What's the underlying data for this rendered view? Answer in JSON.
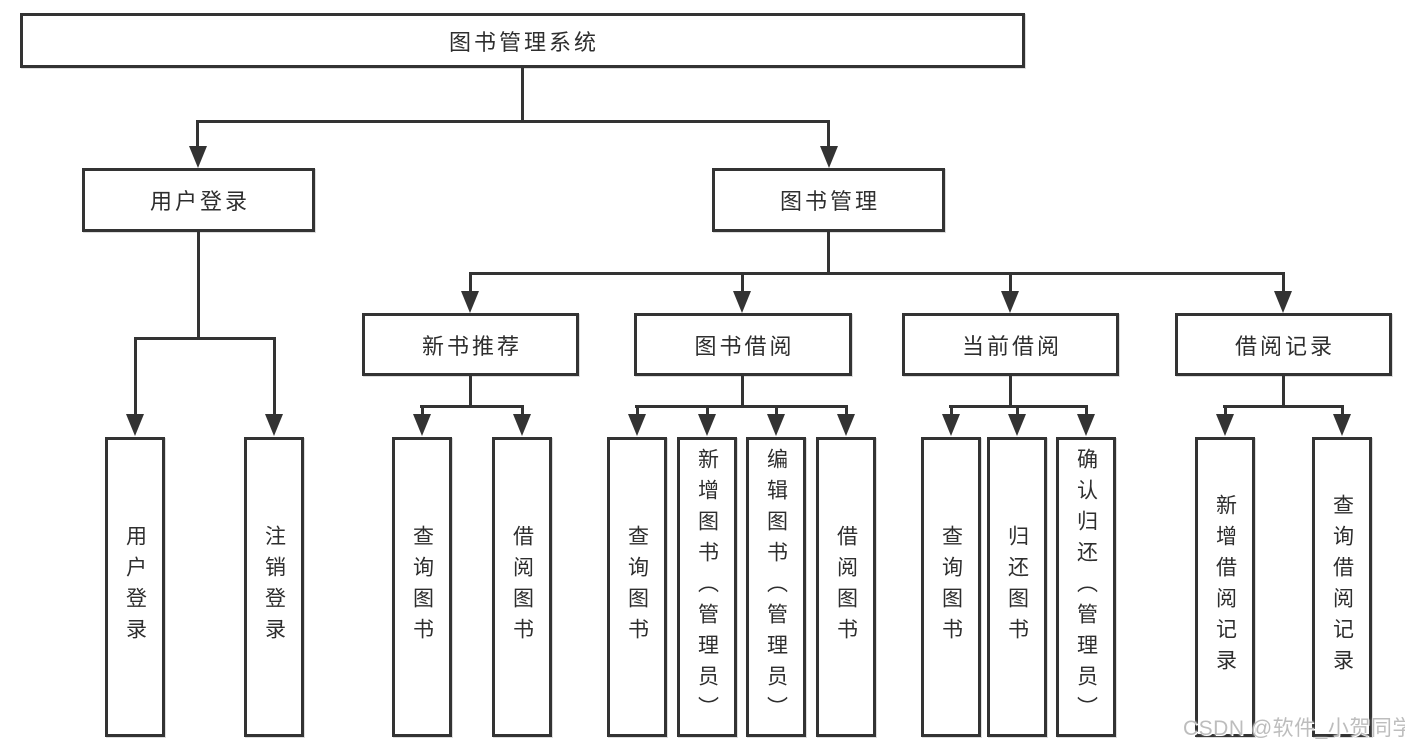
{
  "diagram": {
    "root": {
      "label": "图书管理系统"
    },
    "level2": [
      {
        "label": "用户登录"
      },
      {
        "label": "图书管理"
      }
    ],
    "level3": [
      {
        "label": "新书推荐",
        "parent": "图书管理"
      },
      {
        "label": "图书借阅",
        "parent": "图书管理"
      },
      {
        "label": "当前借阅",
        "parent": "图书管理"
      },
      {
        "label": "借阅记录",
        "parent": "图书管理"
      }
    ],
    "leaves": [
      {
        "label": "用户登录",
        "parent": "用户登录"
      },
      {
        "label": "注销登录",
        "parent": "用户登录"
      },
      {
        "label": "查询图书",
        "parent": "新书推荐"
      },
      {
        "label": "借阅图书",
        "parent": "新书推荐"
      },
      {
        "label": "查询图书",
        "parent": "图书借阅"
      },
      {
        "label": "新增图书（管理员）",
        "parent": "图书借阅"
      },
      {
        "label": "编辑图书（管理员）",
        "parent": "图书借阅"
      },
      {
        "label": "借阅图书",
        "parent": "图书借阅"
      },
      {
        "label": "查询图书",
        "parent": "当前借阅"
      },
      {
        "label": "归还图书",
        "parent": "当前借阅"
      },
      {
        "label": "确认归还（管理员）",
        "parent": "当前借阅"
      },
      {
        "label": "新增借阅记录",
        "parent": "借阅记录"
      },
      {
        "label": "查询借阅记录",
        "parent": "借阅记录"
      }
    ]
  },
  "watermark": {
    "text": "CSDN @软件_小贺同学",
    "color": "#bdbdbd"
  },
  "colors": {
    "line": "#333333",
    "box_border": "#333333",
    "text": "#2e2e2e",
    "background": "#ffffff"
  }
}
